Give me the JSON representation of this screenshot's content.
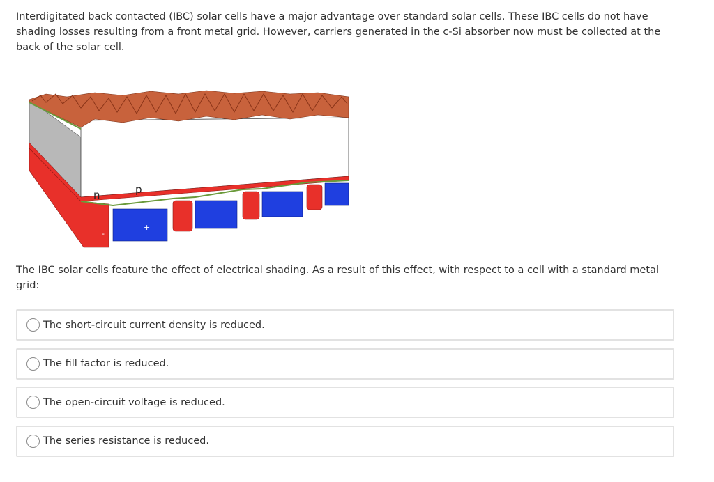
{
  "intro": "Interdigitated back contacted (IBC) solar cells have a major advantage over standard solar cells. These IBC cells do not have shading losses resulting from a front metal grid. However, carriers generated in the c-Si absorber now must be collected at the back of the solar cell.",
  "figure": {
    "label_n": "n",
    "label_p": "p",
    "sign_minus": "-",
    "sign_plus": "+",
    "colors": {
      "p_contact": "#e8302a",
      "n_contact": "#1f3fe0",
      "absorber": "#ffffff",
      "texture": "#c8623c",
      "passivation": "#6a9a3a"
    }
  },
  "question": "The IBC solar cells feature the effect of electrical shading. As a result of this effect, with respect to a cell with a standard metal grid:",
  "options": [
    {
      "label": "The short-circuit current density is reduced."
    },
    {
      "label": "The fill factor is reduced."
    },
    {
      "label": "The open-circuit voltage is reduced."
    },
    {
      "label": "The series resistance is reduced."
    }
  ]
}
